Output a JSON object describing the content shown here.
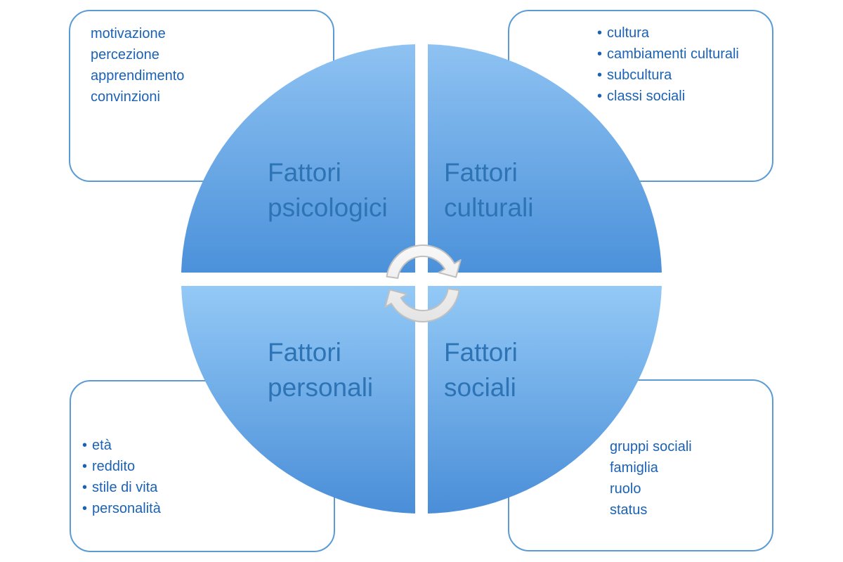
{
  "labels": {
    "psicologici": {
      "line1": "Fattori",
      "line2": "psicologici"
    },
    "culturali": {
      "line1": "Fattori",
      "line2": "culturali"
    },
    "personali": {
      "line1": "Fattori",
      "line2": "personali"
    },
    "sociali": {
      "line1": "Fattori",
      "line2": "sociali"
    }
  },
  "boxes": {
    "top_left": {
      "bulleted": false,
      "items": [
        "motivazione",
        "percezione",
        "apprendimento",
        "convinzioni"
      ]
    },
    "top_right": {
      "bulleted": true,
      "items": [
        "cultura",
        "cambiamenti culturali",
        "subcultura",
        "classi sociali"
      ]
    },
    "bottom_left": {
      "bulleted": true,
      "items": [
        "età",
        "reddito",
        "stile di vita",
        "personalità"
      ]
    },
    "bottom_right": {
      "bulleted": false,
      "items": [
        "gruppi sociali",
        "famiglia",
        "ruolo",
        "status"
      ]
    }
  },
  "bullet_char": "•",
  "icons": {
    "center": "cycle-arrows-icon"
  },
  "colors": {
    "quadrant_top_light": "#8EC2F2",
    "quadrant_top_dark": "#4B91DA",
    "quadrant_bottom_light": "#93C9F6",
    "quadrant_bottom_dark": "#4A8ED8",
    "box_border": "#5B9BD5",
    "label_text": "#2E74B5",
    "list_text": "#1B62B5",
    "arrow_fill": "#F1F1F1",
    "arrow_stroke": "#C0C0C0",
    "background": "#FFFFFF"
  }
}
